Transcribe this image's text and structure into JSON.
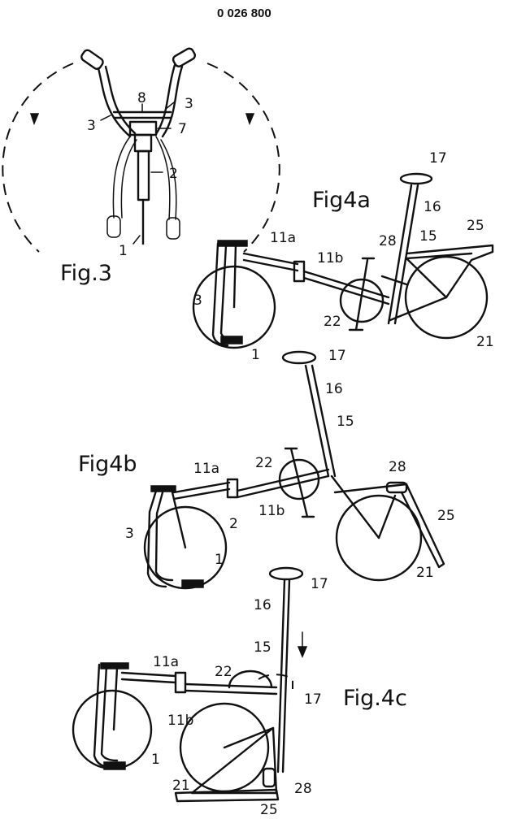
{
  "header": {
    "publication_number": "0 026 800"
  },
  "figures": {
    "fig3": {
      "title": "Fig.3",
      "labels": {
        "l8": "8",
        "l3a": "3",
        "l3b": "3",
        "l7": "7",
        "l2": "2",
        "l1": "1"
      }
    },
    "fig4a": {
      "title": "Fig4a",
      "labels": {
        "l17": "17",
        "l16": "16",
        "l25": "25",
        "l15": "15",
        "l11a": "11a",
        "l28": "28",
        "l11b": "11b",
        "l3": "3",
        "l22": "22",
        "l1": "1",
        "l21": "21"
      }
    },
    "fig4b": {
      "title": "Fig4b",
      "labels": {
        "l17": "17",
        "l16": "16",
        "l15": "15",
        "l11a": "11a",
        "l22": "22",
        "l28": "28",
        "l11b": "11b",
        "l2": "2",
        "l3": "3",
        "l25": "25",
        "l1": "1",
        "l21": "21"
      }
    },
    "fig4c": {
      "title": "Fig.4c",
      "labels": {
        "l17a": "17",
        "l16": "16",
        "l15": "15",
        "l11a": "11a",
        "l22": "22",
        "l17b": "17",
        "l11b": "11b",
        "l1": "1",
        "l21": "21",
        "l28": "28",
        "l25": "25"
      }
    }
  },
  "colors": {
    "ink": "#111111",
    "paper": "#ffffff"
  }
}
